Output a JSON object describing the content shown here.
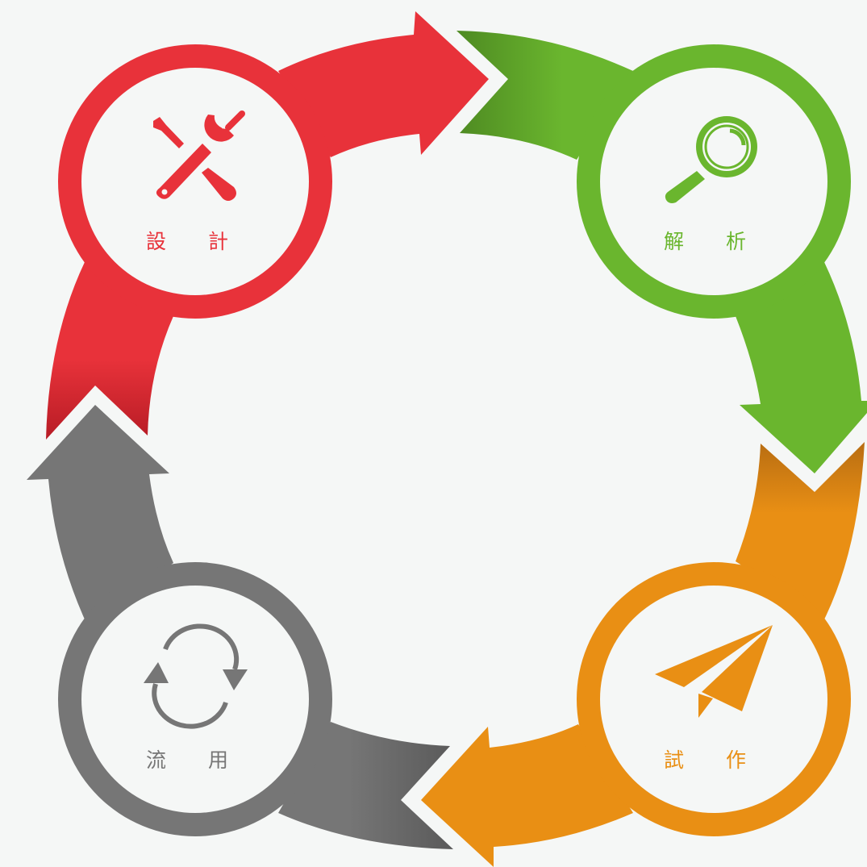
{
  "colors": {
    "background": "#f5f7f6",
    "design": "#e8323a",
    "design_dark": "#b71c25",
    "analysis": "#6ab62e",
    "analysis_dark": "#4e8a22",
    "prototype": "#e98f14",
    "prototype_dark": "#b86d12",
    "reuse": "#767676",
    "reuse_dark": "#5a5a5a",
    "inner": "#f5f7f6"
  },
  "nodes": {
    "design": {
      "label": "設 計",
      "icon": "tools-icon"
    },
    "analysis": {
      "label": "解 析",
      "icon": "magnifier-icon"
    },
    "prototype": {
      "label": "試 作",
      "icon": "paper-plane-icon"
    },
    "reuse": {
      "label": "流 用",
      "icon": "refresh-icon"
    }
  }
}
